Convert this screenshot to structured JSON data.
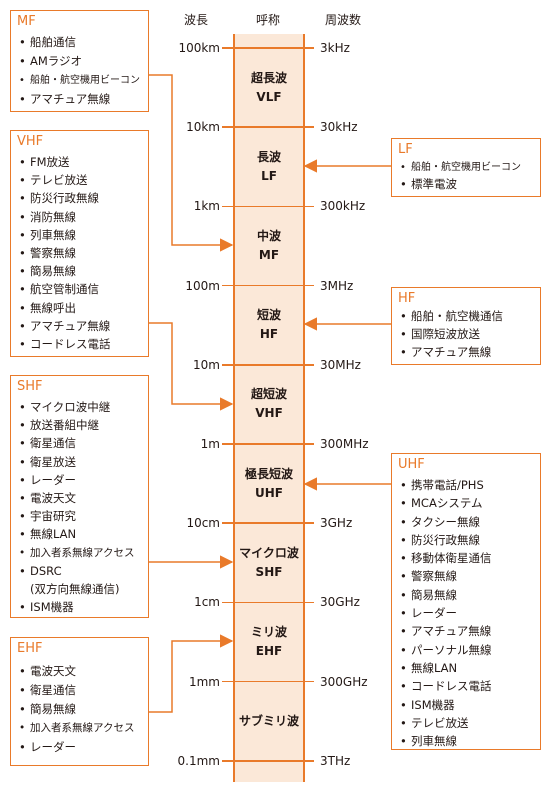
{
  "headers": {
    "wavelength": "波長",
    "name": "呼称",
    "frequency": "周波数"
  },
  "scale": [
    {
      "wavelength": "100km",
      "frequency": "3kHz"
    },
    {
      "wavelength": "10km",
      "frequency": "30kHz"
    },
    {
      "wavelength": "1km",
      "frequency": "300kHz"
    },
    {
      "wavelength": "100m",
      "frequency": "3MHz"
    },
    {
      "wavelength": "10m",
      "frequency": "30MHz"
    },
    {
      "wavelength": "1m",
      "frequency": "300MHz"
    },
    {
      "wavelength": "10cm",
      "frequency": "3GHz"
    },
    {
      "wavelength": "1cm",
      "frequency": "30GHz"
    },
    {
      "wavelength": "1mm",
      "frequency": "300GHz"
    },
    {
      "wavelength": "0.1mm",
      "frequency": "3THz"
    }
  ],
  "bands": [
    {
      "name": "超長波",
      "abbr": "VLF"
    },
    {
      "name": "長波",
      "abbr": "LF"
    },
    {
      "name": "中波",
      "abbr": "MF"
    },
    {
      "name": "短波",
      "abbr": "HF"
    },
    {
      "name": "超短波",
      "abbr": "VHF"
    },
    {
      "name": "極長短波",
      "abbr": "UHF"
    },
    {
      "name": "マイクロ波",
      "abbr": "SHF"
    },
    {
      "name": "ミリ波",
      "abbr": "EHF"
    },
    {
      "name": "サブミリ波",
      "abbr": ""
    }
  ],
  "boxes": {
    "mf": {
      "title": "MF",
      "items": [
        "船舶通信",
        "AMラジオ",
        "船舶・航空機用ビーコン",
        "アマチュア無線"
      ]
    },
    "vhf": {
      "title": "VHF",
      "items": [
        "FM放送",
        "テレビ放送",
        "防災行政無線",
        "消防無線",
        "列車無線",
        "警察無線",
        "簡易無線",
        "航空管制通信",
        "無線呼出",
        "アマチュア無線",
        "コードレス電話"
      ]
    },
    "shf": {
      "title": "SHF",
      "items": [
        "マイクロ波中継",
        "放送番組中継",
        "衛星通信",
        "衛星放送",
        "レーダー",
        "電波天文",
        "宇宙研究",
        "無線LAN",
        "加入者系無線アクセス",
        "DSRC",
        "(双方向無線通信)",
        "ISM機器"
      ]
    },
    "ehf": {
      "title": "EHF",
      "items": [
        "電波天文",
        "衛星通信",
        "簡易無線",
        "加入者系無線アクセス",
        "レーダー"
      ]
    },
    "lf": {
      "title": "LF",
      "items": [
        "船舶・航空機用ビーコン",
        "標準電波"
      ]
    },
    "hf": {
      "title": "HF",
      "items": [
        "船舶・航空機通信",
        "国際短波放送",
        "アマチュア無線"
      ]
    },
    "uhf": {
      "title": "UHF",
      "items": [
        "携帯電話/PHS",
        "MCAシステム",
        "タクシー無線",
        "防災行政無線",
        "移動体衛星通信",
        "警察無線",
        "簡易無線",
        "レーダー",
        "アマチュア無線",
        "パーソナル無線",
        "無線LAN",
        "コードレス電話",
        "ISM機器",
        "テレビ放送",
        "列車無線"
      ]
    }
  },
  "colors": {
    "accent": "#e97a2a",
    "band": "#fbe8d8",
    "text": "#231815"
  }
}
